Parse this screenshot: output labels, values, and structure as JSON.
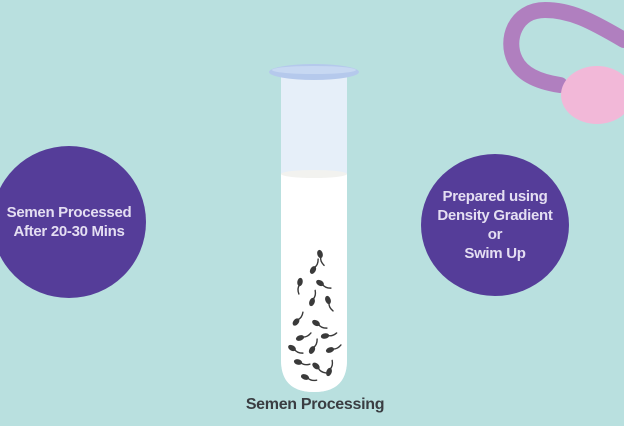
{
  "diagram": {
    "title": "Semen Processing",
    "left_node": {
      "lines": [
        "Semen Processed",
        "After 20-30 Mins"
      ]
    },
    "right_node": {
      "lines": [
        "Prepared using",
        "Density Gradient",
        "or",
        "Swim Up"
      ]
    },
    "center_item": "test-tube with sperm cells",
    "colors": {
      "background": "#b9e0df",
      "circle_fill": "#553d99",
      "circle_text": "#e4def2",
      "tube_rim": "#b5c9ec",
      "tube_glass": "#e6eff9",
      "tube_liquid": "#ffffff",
      "sperm": "#3a3a3a",
      "catheter_tube": "#b07fbf",
      "catheter_bulb": "#f2b8d8",
      "label_text": "#3a3d42"
    }
  }
}
